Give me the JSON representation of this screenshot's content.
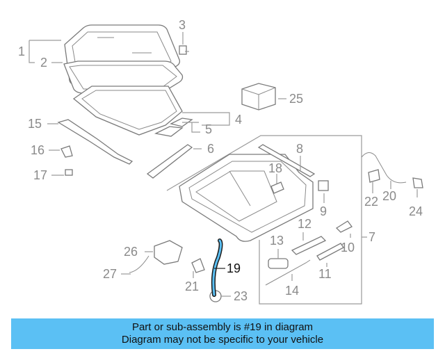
{
  "callouts": {
    "c1": "1",
    "c2": "2",
    "c3": "3",
    "c4": "4",
    "c5": "5",
    "c6": "6",
    "c7": "7",
    "c8": "8",
    "c9": "9",
    "c10": "10",
    "c11": "11",
    "c12": "12",
    "c13": "13",
    "c14": "14",
    "c15": "15",
    "c16": "16",
    "c17": "17",
    "c18": "18",
    "c19": "19",
    "c20": "20",
    "c21": "21",
    "c22": "22",
    "c23": "23",
    "c24": "24",
    "c25": "25",
    "c26": "26",
    "c27": "27"
  },
  "highlight": {
    "part": "19",
    "color": "#5bc0f4"
  },
  "banner": {
    "line1": "Part or sub-assembly is #19 in diagram",
    "line2": "Diagram may not be specific to your vehicle",
    "background": "#5bc0f4"
  }
}
